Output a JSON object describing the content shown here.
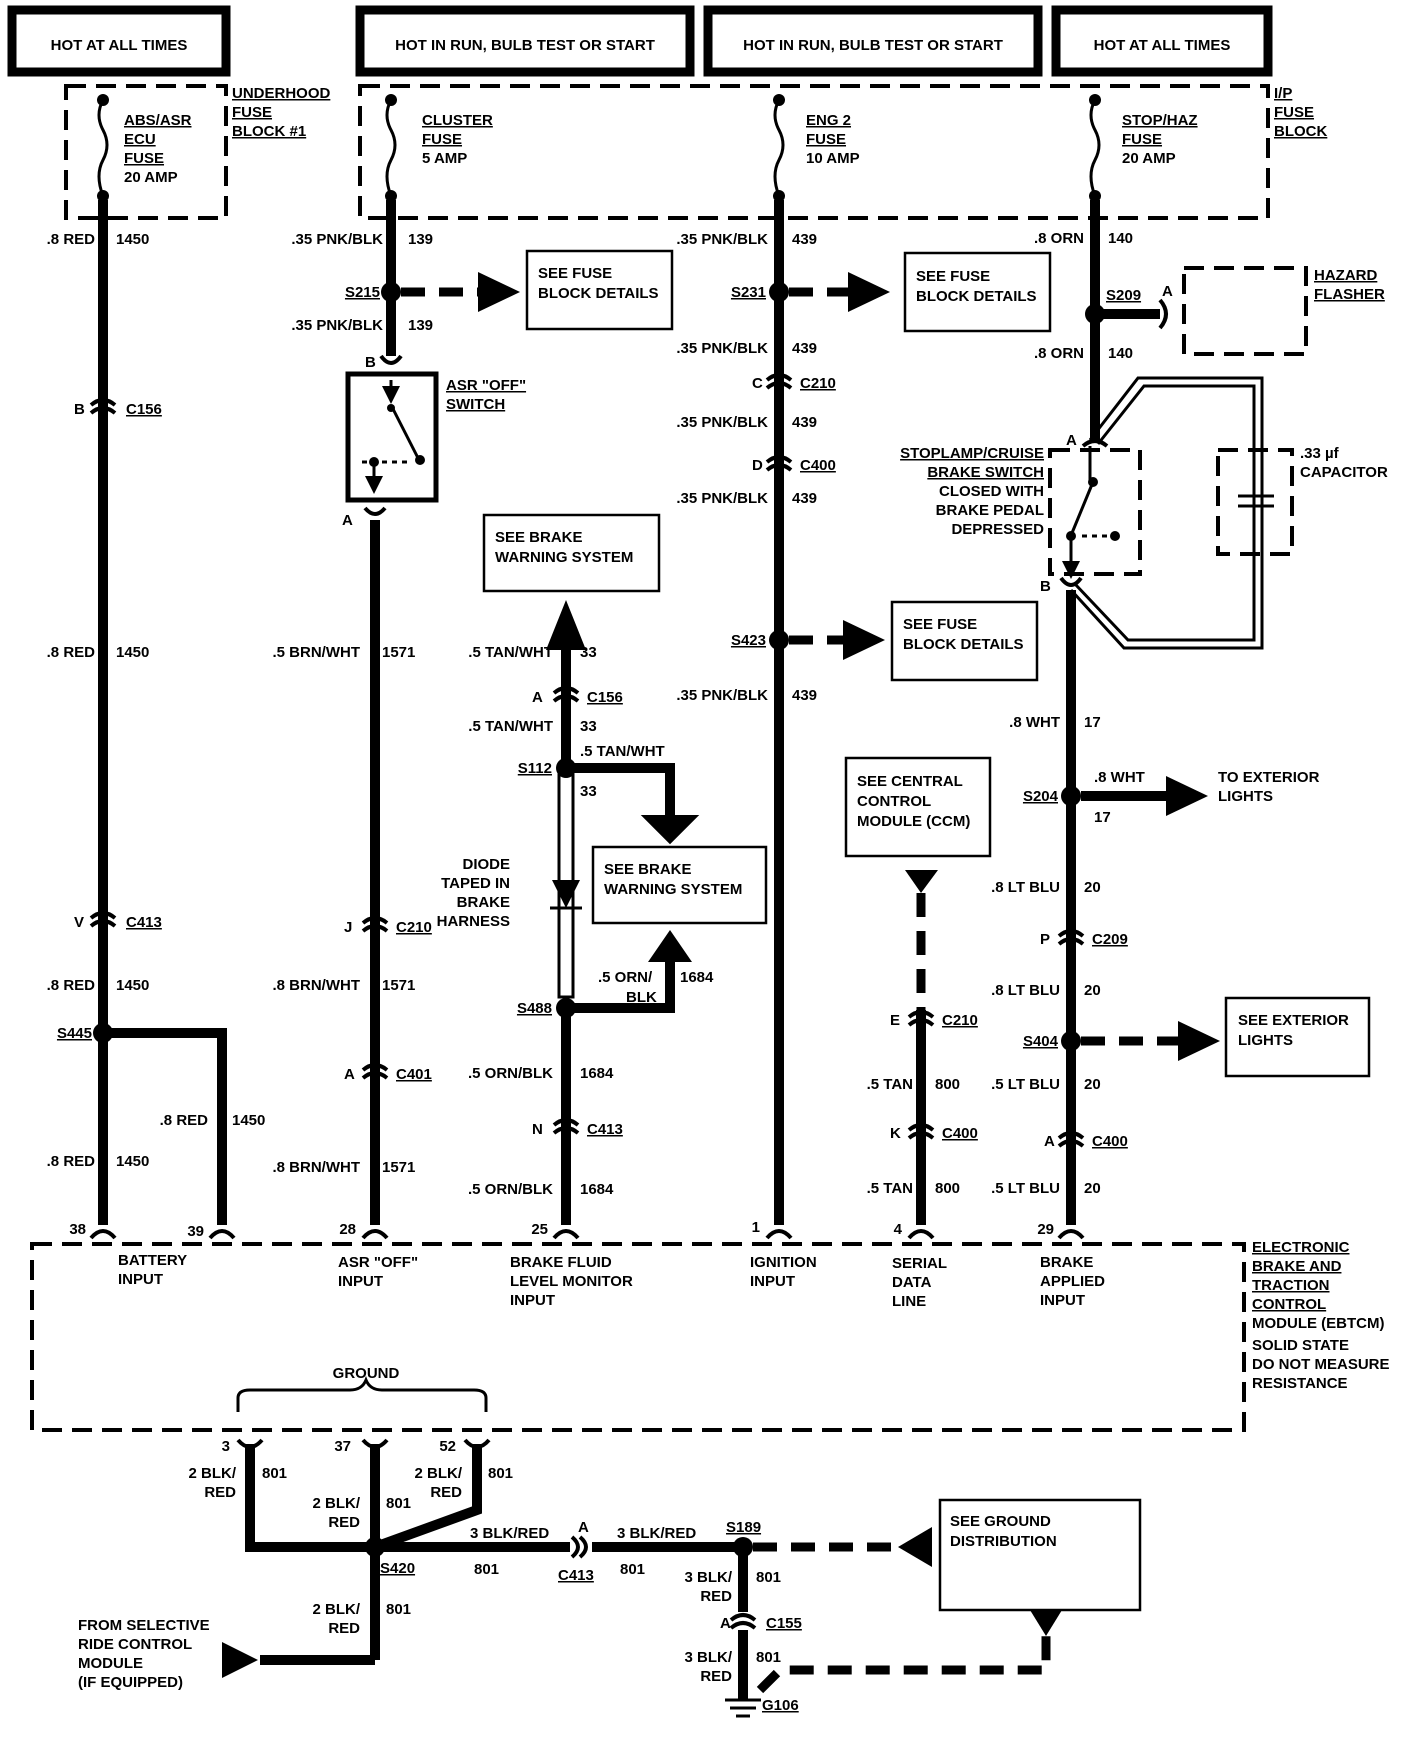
{
  "headers": [
    "HOT AT ALL TIMES",
    "HOT IN RUN, BULB TEST OR START",
    "HOT IN RUN, BULB TEST OR START",
    "HOT AT ALL TIMES"
  ],
  "fuse_blocks": {
    "underhood": [
      "UNDERHOOD",
      "FUSE",
      "BLOCK #1"
    ],
    "ip": [
      "I/P",
      "FUSE",
      "BLOCK"
    ]
  },
  "fuses": {
    "abs": [
      "ABS/ASR",
      "ECU",
      "FUSE",
      "20 AMP"
    ],
    "cluster": [
      "CLUSTER",
      "FUSE",
      "5 AMP"
    ],
    "eng2": [
      "ENG 2",
      "FUSE",
      "10 AMP"
    ],
    "stop": [
      "STOP/HAZ",
      "FUSE",
      "20 AMP"
    ]
  },
  "wire_labels": {
    "c1_a": ".8 RED",
    "c1_a_n": "1450",
    "c1_b": ".8 RED",
    "c1_b_n": "1450",
    "c1_c": ".8 RED",
    "c1_c_n": "1450",
    "c1_d": ".8 RED",
    "c1_d_n": "1450",
    "c1_e": ".8 RED",
    "c1_e_n": "1450",
    "c2_a": ".35 PNK/BLK",
    "c2_a_n": "139",
    "c2_b": ".35 PNK/BLK",
    "c2_b_n": "139",
    "c2_c": ".5 BRN/WHT",
    "c2_c_n": "1571",
    "c2_d": ".8 BRN/WHT",
    "c2_d_n": "1571",
    "c2_e": ".8 BRN/WHT",
    "c2_e_n": "1571",
    "c3_a": ".5 TAN/WHT",
    "c3_a_n": "33",
    "c3_b": ".5 TAN/WHT",
    "c3_b_n": "33",
    "c3_c": ".5 TAN/WHT",
    "c3_c_n": "33",
    "c3_d1": ".5 ORN/",
    "c3_d2": "BLK",
    "c3_d_n": "1684",
    "c3_e": ".5 ORN/BLK",
    "c3_e_n": "1684",
    "c3_f": ".5 ORN/BLK",
    "c3_f_n": "1684",
    "c4_a": ".35 PNK/BLK",
    "c4_a_n": "439",
    "c4_b": ".35 PNK/BLK",
    "c4_b_n": "439",
    "c4_c": ".35 PNK/BLK",
    "c4_c_n": "439",
    "c4_d": ".35 PNK/BLK",
    "c4_d_n": "439",
    "c4_e": ".35 PNK/BLK",
    "c4_e_n": "439",
    "c5_a": ".5 TAN",
    "c5_a_n": "800",
    "c5_b": ".5 TAN",
    "c5_b_n": "800",
    "c6_a": ".8 ORN",
    "c6_a_n": "140",
    "c6_b": ".8 ORN",
    "c6_b_n": "140",
    "c6_c": ".8 WHT",
    "c6_c_n": "17",
    "c6_d": ".8 WHT",
    "c6_d_n": "17",
    "c6_e": ".8 LT BLU",
    "c6_e_n": "20",
    "c6_f": ".8 LT BLU",
    "c6_f_n": "20",
    "c6_g": ".5 LT BLU",
    "c6_g_n": "20",
    "c6_h": ".5 LT BLU",
    "c6_h_n": "20"
  },
  "splices": [
    "S215",
    "S231",
    "S209",
    "S423",
    "S112",
    "S488",
    "S204",
    "S404",
    "S445",
    "S420",
    "S189"
  ],
  "connectors": {
    "c156a": "C156",
    "c156a_pin": "B",
    "c413a": "C413",
    "c413a_pin": "V",
    "c210a": "C210",
    "c210a_pin": "J",
    "c401": "C401",
    "c401_pin": "A",
    "c156b": "C156",
    "c156b_pin": "A",
    "c413b": "C413",
    "c413b_pin": "N",
    "c210b": "C210",
    "c210b_pin": "C",
    "c400a": "C400",
    "c400a_pin": "D",
    "c210c": "C210",
    "c210c_pin": "E",
    "c400b": "C400",
    "c400b_pin": "K",
    "c209": "C209",
    "c209_pin": "P",
    "c400c": "C400",
    "c400c_pin": "A",
    "c413c": "C413",
    "c413c_pin": "A",
    "c155": "C155",
    "c155_pin": "A",
    "g106": "G106"
  },
  "reference_boxes": {
    "fuse1": [
      "SEE FUSE",
      "BLOCK DETAILS"
    ],
    "fuse2": [
      "SEE FUSE",
      "BLOCK DETAILS"
    ],
    "fuse3": [
      "SEE FUSE",
      "BLOCK DETAILS"
    ],
    "brake1": [
      "SEE BRAKE",
      "WARNING SYSTEM"
    ],
    "brake2": [
      "SEE BRAKE",
      "WARNING SYSTEM"
    ],
    "ccm": [
      "SEE CENTRAL",
      "CONTROL",
      "MODULE (CCM)"
    ],
    "ext": [
      "SEE EXTERIOR",
      "LIGHTS"
    ],
    "ground": [
      "SEE GROUND",
      "DISTRIBUTION"
    ]
  },
  "components": {
    "asr_switch": [
      "ASR \"OFF\"",
      "SWITCH"
    ],
    "asr_pin_b": "B",
    "asr_pin_a": "A",
    "hazard": [
      "HAZARD",
      "FLASHER"
    ],
    "hazard_pin": "A",
    "stoplamp": [
      "STOPLAMP/CRUISE",
      "BRAKE SWITCH",
      "CLOSED WITH",
      "BRAKE PEDAL",
      "DEPRESSED"
    ],
    "stop_pin_a": "A",
    "stop_pin_b": "B",
    "capacitor": [
      ".33 µf",
      "CAPACITOR"
    ],
    "diode": [
      "DIODE",
      "TAPED IN",
      "BRAKE",
      "HARNESS"
    ],
    "to_ext": [
      "TO EXTERIOR",
      "LIGHTS"
    ]
  },
  "module": {
    "name": [
      "ELECTRONIC",
      "BRAKE AND",
      "TRACTION",
      "CONTROL",
      "MODULE (EBTCM)"
    ],
    "note": [
      "SOLID STATE",
      "DO NOT MEASURE",
      "RESISTANCE"
    ],
    "pins": [
      "38",
      "39",
      "28",
      "25",
      "1",
      "4",
      "29",
      "3",
      "37",
      "52"
    ],
    "inputs": {
      "battery": [
        "BATTERY",
        "INPUT"
      ],
      "asr": [
        "ASR \"OFF\"",
        "INPUT"
      ],
      "brake_fluid": [
        "BRAKE FLUID",
        "LEVEL MONITOR",
        "INPUT"
      ],
      "ignition": [
        "IGNITION",
        "INPUT"
      ],
      "serial": [
        "SERIAL",
        "DATA",
        "LINE"
      ],
      "brake_applied": [
        "BRAKE",
        "APPLIED",
        "INPUT"
      ]
    },
    "ground": "GROUND"
  },
  "ground_wires": {
    "g1a": "2 BLK/",
    "g1b": "RED",
    "g1n": "801",
    "g2a": "2 BLK/",
    "g2b": "RED",
    "g2n": "801",
    "g3a": "2 BLK/",
    "g3b": "RED",
    "g3n": "801",
    "g4": "3 BLK/RED",
    "g4n": "801",
    "g5": "3 BLK/RED",
    "g5n": "801",
    "g6a": "3 BLK/",
    "g6b": "RED",
    "g6n": "801",
    "g7a": "3 BLK/",
    "g7b": "RED",
    "g7n": "801",
    "g8a": "2 BLK/",
    "g8b": "RED",
    "g8n": "801"
  },
  "selective_ride": [
    "FROM SELECTIVE",
    "RIDE CONTROL",
    "MODULE",
    "(IF EQUIPPED)"
  ]
}
